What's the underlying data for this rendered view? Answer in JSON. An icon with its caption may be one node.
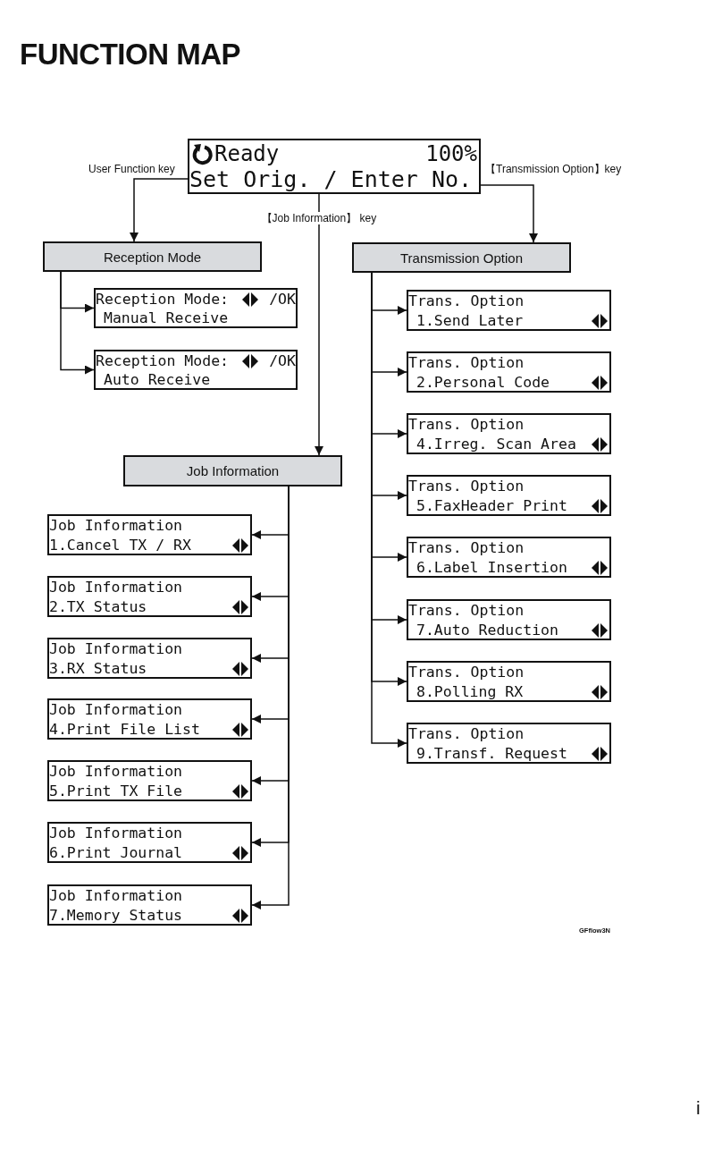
{
  "diagram": {
    "title": "FUNCTION MAP",
    "nodes": [
      {
        "text": [
          "Ready",
          "100%",
          "Set Orig. / Enter No."
        ]
      },
      {
        "text": [
          "Reception Mode"
        ]
      },
      {
        "text": [
          "Reception Mode:",
          "/OK",
          "Manual Receive"
        ]
      },
      {
        "text": [
          "Reception Mode:",
          "/OK",
          "Auto Receive"
        ]
      },
      {
        "text": [
          "Transmission Option"
        ]
      },
      {
        "text": [
          "Trans. Option",
          "1.Send Later"
        ]
      },
      {
        "text": [
          "Trans. Option",
          "2.Personal Code"
        ]
      },
      {
        "text": [
          "Trans. Option",
          "4.Irreg. Scan Area"
        ]
      },
      {
        "text": [
          "Trans. Option",
          "5.FaxHeader Print"
        ]
      },
      {
        "text": [
          "Trans. Option",
          "6.Label Insertion"
        ]
      },
      {
        "text": [
          "Trans. Option",
          "7.Auto Reduction"
        ]
      },
      {
        "text": [
          "Trans. Option",
          "8.Polling RX"
        ]
      },
      {
        "text": [
          "Trans. Option",
          "9.Transf. Request"
        ]
      },
      {
        "text": [
          "Job Information"
        ]
      },
      {
        "text": [
          "Job Information",
          "1.Cancel TX / RX"
        ]
      },
      {
        "text": [
          "Job Information",
          "2.TX Status"
        ]
      },
      {
        "text": [
          "Job Information",
          "3.RX Status"
        ]
      },
      {
        "text": [
          "Job Information",
          "4.Print File List"
        ]
      },
      {
        "text": [
          "Job Information",
          "5.Print TX File"
        ]
      },
      {
        "text": [
          "Job Information",
          "6.Print Journal"
        ]
      },
      {
        "text": [
          "Job Information",
          "7.Memory Status"
        ]
      }
    ],
    "edges": [
      {
        "from": 0,
        "to": 1,
        "arrow": "to",
        "label": "User Function key"
      },
      {
        "from": 0,
        "to": 4,
        "arrow": "to",
        "label": "【Transmission Option】key"
      },
      {
        "from": 0,
        "to": 13,
        "arrow": "to",
        "label": "【Job Information】 key"
      },
      {
        "from": 1,
        "to": 2,
        "arrow": "to"
      },
      {
        "from": 1,
        "to": 3,
        "arrow": "to"
      },
      {
        "from": 4,
        "to": 5,
        "arrow": "to"
      },
      {
        "from": 4,
        "to": 6,
        "arrow": "to"
      },
      {
        "from": 4,
        "to": 7,
        "arrow": "to"
      },
      {
        "from": 4,
        "to": 8,
        "arrow": "to"
      },
      {
        "from": 4,
        "to": 9,
        "arrow": "to"
      },
      {
        "from": 4,
        "to": 10,
        "arrow": "to"
      },
      {
        "from": 4,
        "to": 11,
        "arrow": "to"
      },
      {
        "from": 4,
        "to": 12,
        "arrow": "to"
      },
      {
        "from": 13,
        "to": 14,
        "arrow": "to"
      },
      {
        "from": 13,
        "to": 15,
        "arrow": "to"
      },
      {
        "from": 13,
        "to": 16,
        "arrow": "to"
      },
      {
        "from": 13,
        "to": 17,
        "arrow": "to"
      },
      {
        "from": 13,
        "to": 18,
        "arrow": "to"
      },
      {
        "from": 13,
        "to": 19,
        "arrow": "to"
      },
      {
        "from": 13,
        "to": 20,
        "arrow": "to"
      }
    ],
    "labels": [
      "GFflow3N",
      "i"
    ]
  }
}
